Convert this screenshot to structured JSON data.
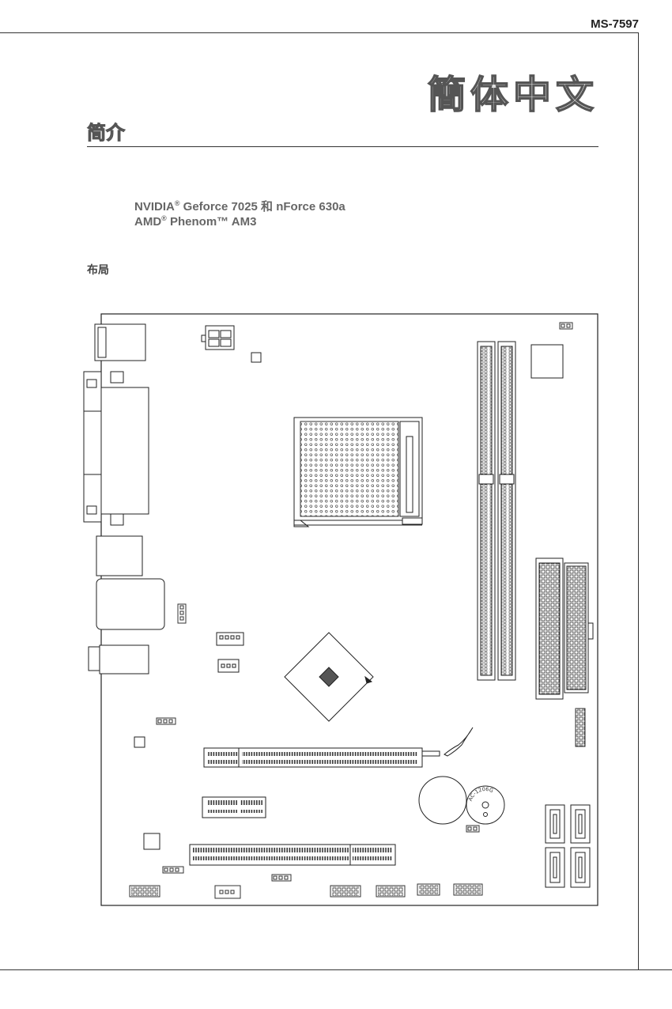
{
  "header": {
    "model": "MS-7597"
  },
  "title": {
    "language": "簡体中文"
  },
  "section": {
    "heading": "简介"
  },
  "specs": {
    "line1_brand": "NVIDIA",
    "line1_rest": " Geforce 7025 和 nForce 630a",
    "line2_brand": "AMD",
    "line2_rest": " Phenom™ AM3",
    "registered_mark": "®"
  },
  "layout": {
    "label": "布局",
    "buzzer_label": "AC-1206G"
  }
}
